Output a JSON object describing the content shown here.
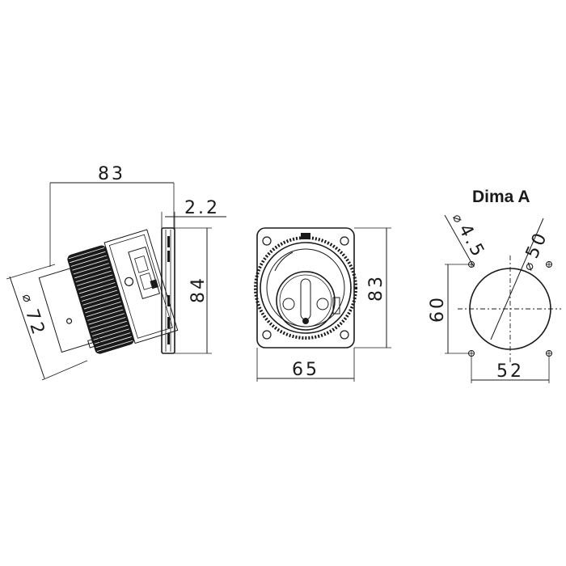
{
  "side_view": {
    "width": "83",
    "plate_thickness": "2.2",
    "height": "84",
    "diameter": "72"
  },
  "front_view": {
    "height": "83",
    "width": "65"
  },
  "cutout": {
    "title": "Dima A",
    "hole_diameter": "4.5",
    "cutout_diameter": "50",
    "hole_spacing_vertical": "60",
    "hole_spacing_horizontal": "52"
  },
  "symbols": {
    "diameter": "⌀"
  }
}
